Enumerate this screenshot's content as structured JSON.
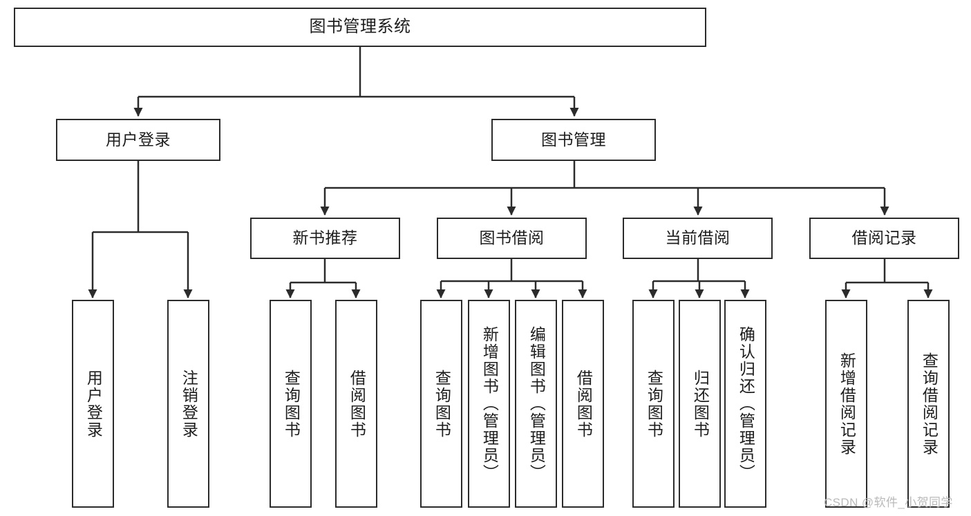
{
  "diagram": {
    "title": "图书管理系统",
    "type": "tree-hierarchy-chart",
    "watermark": "CSDN @软件_小贺同学",
    "colors": {
      "stroke": "#2b2b2b",
      "background": "#ffffff",
      "text": "#1d1d1d",
      "watermark": "#b9b9b9"
    }
  },
  "nodes": {
    "root": {
      "label": "图书管理系统",
      "level": 1
    },
    "level2": [
      {
        "id": "user-login",
        "label": "用户登录"
      },
      {
        "id": "book-manage",
        "label": "图书管理"
      }
    ],
    "level3": [
      {
        "id": "new-book-recommend",
        "label": "新书推荐"
      },
      {
        "id": "book-borrow",
        "label": "图书借阅"
      },
      {
        "id": "current-borrow",
        "label": "当前借阅"
      },
      {
        "id": "borrow-record",
        "label": "借阅记录"
      }
    ],
    "leaves": {
      "user-login": [
        {
          "id": "leaf-user-login",
          "label": "用户登录"
        },
        {
          "id": "leaf-logout",
          "label": "注销登录"
        }
      ],
      "new-book-recommend": [
        {
          "id": "leaf-query-book-1",
          "label": "查询图书"
        },
        {
          "id": "leaf-borrow-book-1",
          "label": "借阅图书"
        }
      ],
      "book-borrow": [
        {
          "id": "leaf-query-book-2",
          "label": "查询图书"
        },
        {
          "id": "leaf-add-book",
          "label": "新增图书（管理员）"
        },
        {
          "id": "leaf-edit-book",
          "label": "编辑图书（管理员）"
        },
        {
          "id": "leaf-borrow-book-2",
          "label": "借阅图书"
        }
      ],
      "current-borrow": [
        {
          "id": "leaf-query-book-3",
          "label": "查询图书"
        },
        {
          "id": "leaf-return-book",
          "label": "归还图书"
        },
        {
          "id": "leaf-confirm-return",
          "label": "确认归还（管理员）"
        }
      ],
      "borrow-record": [
        {
          "id": "leaf-add-record",
          "label": "新增借阅记录"
        },
        {
          "id": "leaf-query-record",
          "label": "查询借阅记录"
        }
      ]
    }
  }
}
